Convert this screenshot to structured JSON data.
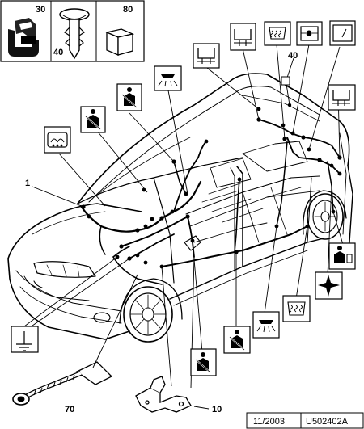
{
  "parts_panel": {
    "labels": [
      "30",
      "40",
      "80"
    ]
  },
  "callouts": {
    "harness": "1",
    "clip": "40",
    "sheath": "70",
    "bracket": "10"
  },
  "footer": {
    "date": "11/2003",
    "reference": "U502402A"
  },
  "colors": {
    "ink": "#000000",
    "paper": "#ffffff"
  }
}
